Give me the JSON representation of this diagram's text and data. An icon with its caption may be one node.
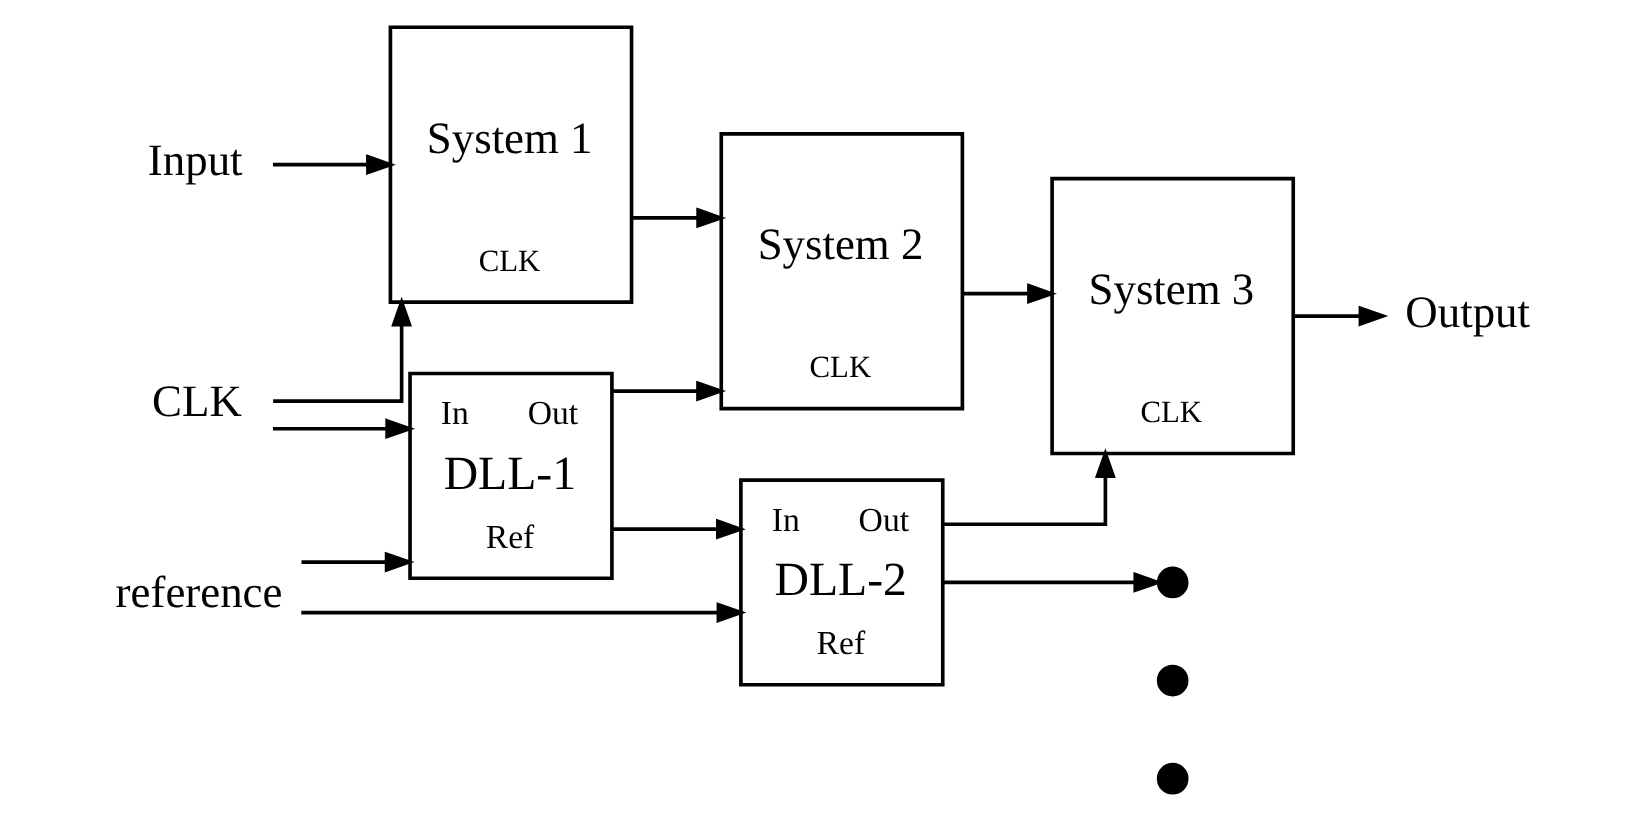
{
  "diagram": {
    "nodes": [
      {
        "text": [
          "Input"
        ]
      },
      {
        "text": [
          "System 1",
          "CLK"
        ]
      },
      {
        "text": [
          "System 2",
          "CLK"
        ]
      },
      {
        "text": [
          "System 3",
          "CLK"
        ]
      },
      {
        "text": [
          "Output"
        ]
      },
      {
        "text": [
          "CLK"
        ]
      },
      {
        "text": [
          "In",
          "Out",
          "DLL-1",
          "Ref"
        ]
      },
      {
        "text": [
          "In",
          "Out",
          "DLL-2",
          "Ref"
        ]
      },
      {
        "text": [],
        "shape": "circle"
      },
      {
        "text": [],
        "shape": "circle"
      },
      {
        "text": [],
        "shape": "circle"
      },
      {
        "text": [
          "reference"
        ]
      }
    ],
    "edges": [
      {
        "from": 0,
        "to": 1,
        "arrow": "to"
      },
      {
        "from": 1,
        "to": 2,
        "arrow": "to"
      },
      {
        "from": 2,
        "to": 3,
        "arrow": "to"
      },
      {
        "from": 3,
        "to": 4,
        "arrow": "to"
      },
      {
        "from": 5,
        "to": 1,
        "arrow": "to"
      },
      {
        "from": 5,
        "to": 6,
        "arrow": "to"
      },
      {
        "from": 6,
        "to": 2,
        "arrow": "to"
      },
      {
        "from": 6,
        "to": 7,
        "arrow": "to"
      },
      {
        "from": 7,
        "to": 3,
        "arrow": "to"
      },
      {
        "from": 7,
        "to": 8,
        "arrow": "to"
      },
      {
        "from": 11,
        "to": 6,
        "arrow": "to"
      },
      {
        "from": 11,
        "to": 7,
        "arrow": "to"
      }
    ]
  }
}
